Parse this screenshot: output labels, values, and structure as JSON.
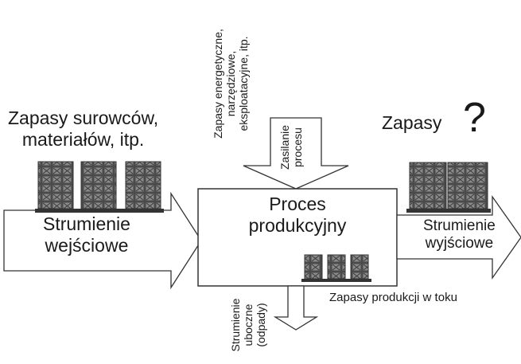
{
  "diagram": {
    "input_stocks": [
      "Zapasy surowców,",
      "materiałów, itp."
    ],
    "input_stream": [
      "Strumienie",
      "wejściowe"
    ],
    "aux_stocks": [
      "Zapasy energetyczne,",
      "narzędziowe,",
      "eksploatacyjne, itp."
    ],
    "process_feed": [
      "Zasilanie",
      "procesu"
    ],
    "process": [
      "Proces",
      "produkcyjny"
    ],
    "output_stocks": "Zapasy",
    "question_mark": "?",
    "output_stream": [
      "Strumienie",
      "wyjściowe"
    ],
    "wip_stocks": "Zapasy produkcji w toku",
    "side_stream": [
      "Strumienie",
      "uboczne",
      "(odpady)"
    ]
  }
}
